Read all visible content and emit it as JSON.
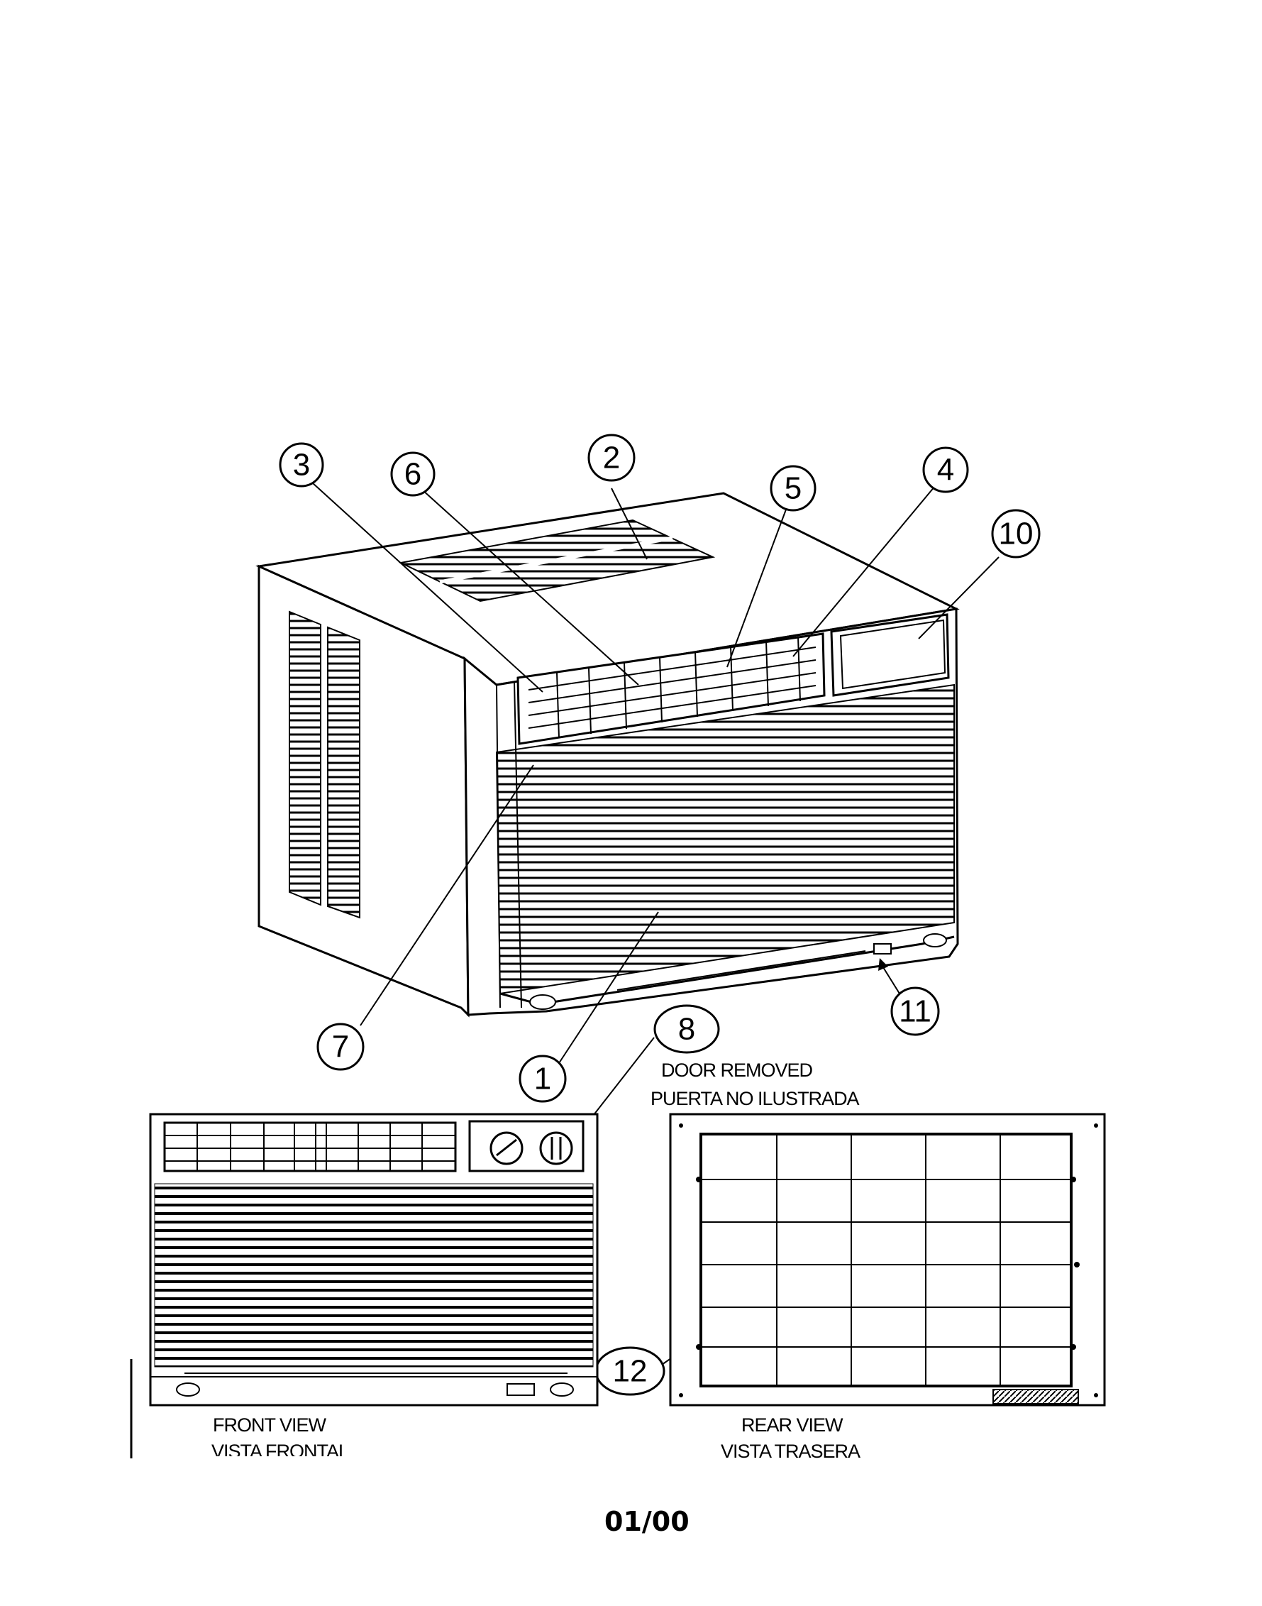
{
  "callouts": {
    "c1": "1",
    "c2": "2",
    "c3": "3",
    "c4": "4",
    "c5": "5",
    "c6": "6",
    "c7": "7",
    "c8": "8",
    "c10": "10",
    "c11": "11",
    "c12": "12"
  },
  "notes": {
    "door_removed_en": "DOOR REMOVED",
    "door_removed_es": "PUERTA NO ILUSTRADA"
  },
  "views": {
    "front_en": "FRONT VIEW",
    "front_es": "VISTA FRONTAL",
    "rear_en": "REAR VIEW",
    "rear_es": "VISTA TRASERA"
  },
  "footer": {
    "date_code": "01/00"
  }
}
